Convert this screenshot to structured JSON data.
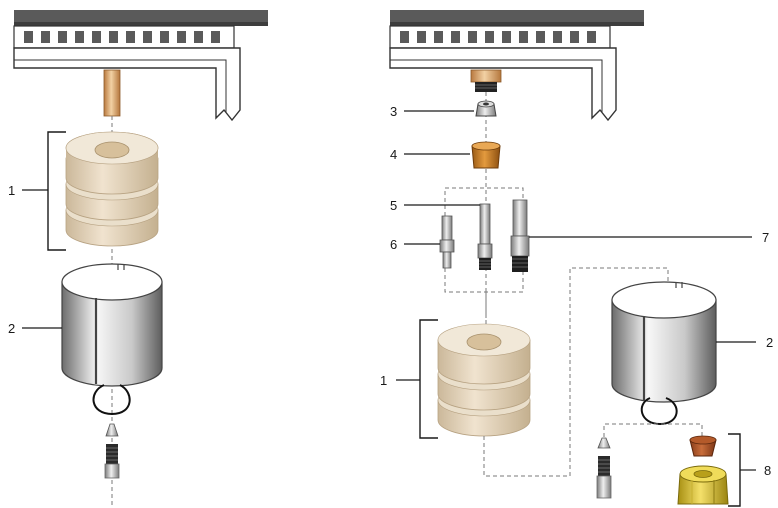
{
  "diagram": {
    "callouts": {
      "left_1": "1",
      "left_2": "2",
      "right_3": "3",
      "right_4": "4",
      "right_5": "5",
      "right_6": "6",
      "right_7": "7",
      "right_1": "1",
      "right_2": "2",
      "right_8": "8"
    },
    "colors": {
      "oven_frame": "#5a5a5a",
      "insulation": "#e3d3b8",
      "heater_sleeve": "#c8c8c8",
      "copper_stub": "#d9a36b",
      "ferrule_brown": "#a8532a",
      "brass_nut": "#d8c12a"
    }
  }
}
